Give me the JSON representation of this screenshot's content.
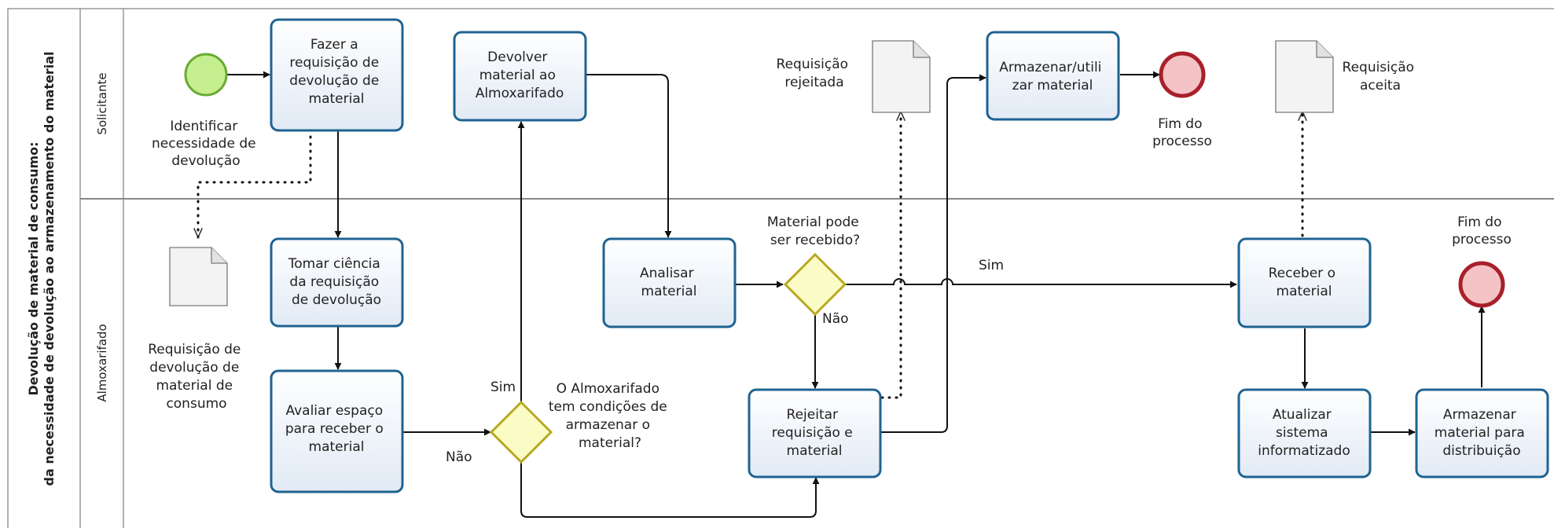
{
  "pool": {
    "title_line1": "Devolução de material de consumo:",
    "title_line2": "da necessidade de devolução ao armazenamento do material"
  },
  "lanes": {
    "solicitante": "Solicitante",
    "almoxarifado": "Almoxarifado"
  },
  "events": {
    "start": [
      "Identificar",
      "necessidade de",
      "devolução"
    ],
    "end_top": [
      "Fim do",
      "processo"
    ],
    "end_bottom": [
      "Fim do",
      "processo"
    ]
  },
  "tasks": {
    "fazer_requisicao": [
      "Fazer a",
      "requisição de",
      "devolução de",
      "material"
    ],
    "devolver_material": [
      "Devolver",
      "material ao",
      "Almoxarifado"
    ],
    "armazenar_utilizar": [
      "Armazenar/utili",
      "zar material"
    ],
    "tomar_ciencia": [
      "Tomar ciência",
      "da requisição",
      "de devolução"
    ],
    "avaliar_espaco": [
      "Avaliar espaço",
      "para receber o",
      "material"
    ],
    "analisar_material": [
      "Analisar",
      "material"
    ],
    "rejeitar_requisicao": [
      "Rejeitar",
      "requisição e",
      "material"
    ],
    "receber_material": [
      "Receber o",
      "material"
    ],
    "atualizar_sistema": [
      "Atualizar",
      "sistema",
      "informatizado"
    ],
    "armazenar_distribuicao": [
      "Armazenar",
      "material para",
      "distribuição"
    ]
  },
  "gateways": {
    "condicoes": [
      "O Almoxarifado",
      "tem condições de",
      "armazenar o",
      "material?"
    ],
    "recebido": [
      "Material pode",
      "ser recebido?"
    ]
  },
  "flow_labels": {
    "sim_condicoes": "Sim",
    "nao_condicoes": "Não",
    "sim_recebido": "Sim",
    "nao_recebido": "Não"
  },
  "documents": {
    "requisicao_devolucao": [
      "Requisição de",
      "devolução de",
      "material de",
      "consumo"
    ],
    "requisicao_rejeitada": [
      "Requisição",
      "rejeitada"
    ],
    "requisicao_aceita": [
      "Requisição",
      "aceita"
    ]
  },
  "colors": {
    "task_stroke": "#1f6391",
    "task_fill_top": "#ffffff",
    "task_fill_bottom": "#e3ecf6",
    "start_stroke": "#6aa934",
    "start_fill": "#c6ef8e",
    "end_stroke": "#a8202a",
    "end_fill": "#f4c4c6",
    "gateway_stroke": "#b7a924",
    "gateway_fill": "#fbfbc6",
    "lane_line": "#888888"
  }
}
